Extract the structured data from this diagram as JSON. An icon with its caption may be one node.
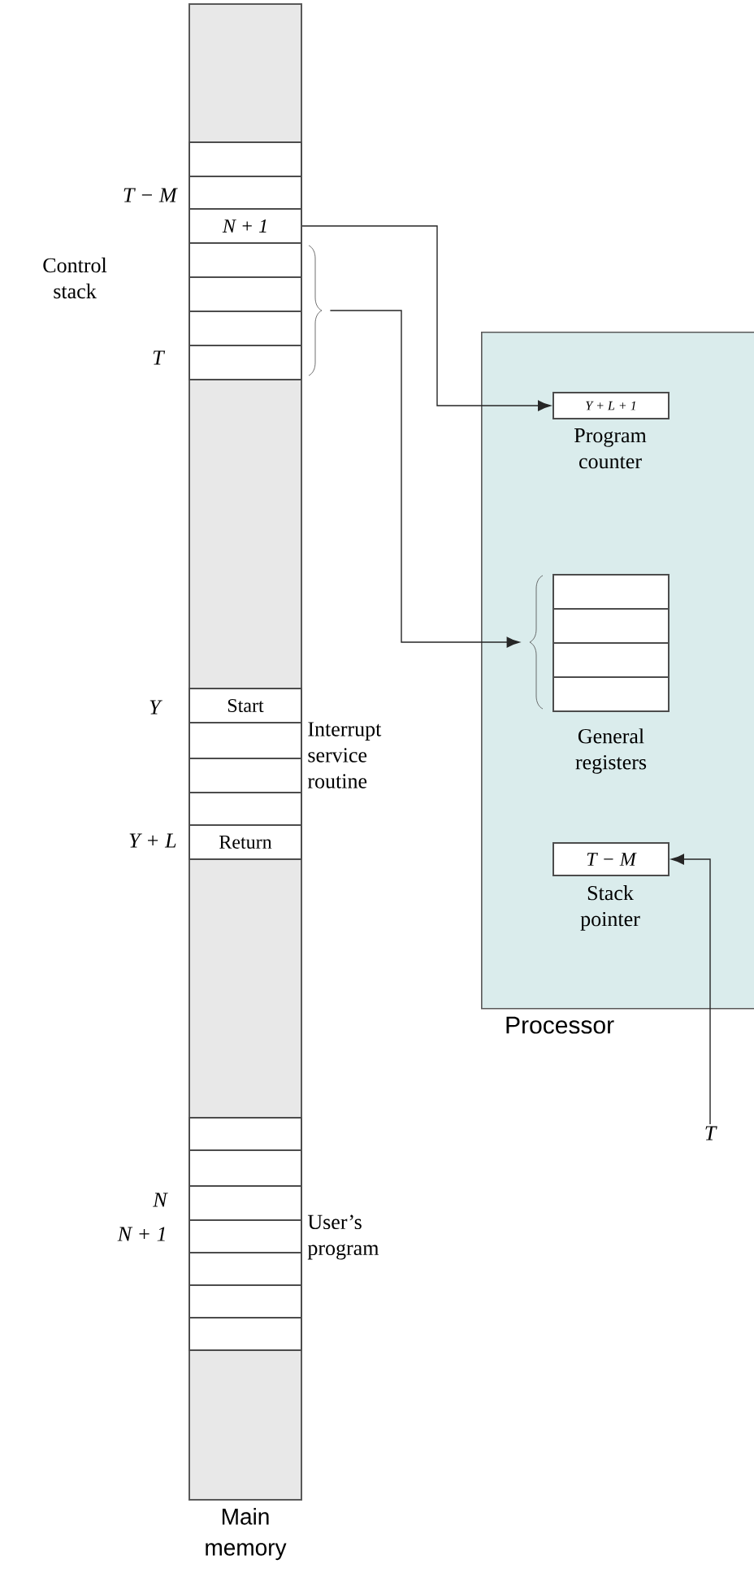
{
  "diagram": {
    "nodes": [
      {
        "text": [
          "Main memory"
        ]
      },
      {
        "text": [],
        "shape": "box",
        "in": 0
      },
      {
        "text": [],
        "shape": "box",
        "in": 0
      },
      {
        "text": [
          "N + 1"
        ],
        "in": 0
      },
      {
        "text": [],
        "shape": "box",
        "in": 0
      },
      {
        "text": [],
        "shape": "box",
        "in": 0
      },
      {
        "text": [],
        "shape": "box",
        "in": 0
      },
      {
        "text": [],
        "shape": "box",
        "in": 0
      },
      {
        "text": [
          "Start"
        ],
        "in": 0
      },
      {
        "text": [],
        "shape": "box",
        "in": 0
      },
      {
        "text": [],
        "shape": "box",
        "in": 0
      },
      {
        "text": [],
        "shape": "box",
        "in": 0
      },
      {
        "text": [
          "Return"
        ],
        "in": 0
      },
      {
        "text": [],
        "shape": "box",
        "in": 0
      },
      {
        "text": [],
        "shape": "box",
        "in": 0
      },
      {
        "text": [],
        "shape": "box",
        "in": 0
      },
      {
        "text": [],
        "shape": "box",
        "in": 0
      },
      {
        "text": [],
        "shape": "box",
        "in": 0
      },
      {
        "text": [],
        "shape": "box",
        "in": 0
      },
      {
        "text": [],
        "shape": "box",
        "in": 0
      },
      {
        "text": [],
        "shape": "brace"
      },
      {
        "text": [
          "Processor"
        ]
      },
      {
        "text": [
          "Y + L + 1"
        ],
        "in": 21,
        "beside": [
          "Program counter"
        ]
      },
      {
        "text": [],
        "shape": "brace",
        "in": 21
      },
      {
        "text": [],
        "shape": "box",
        "in": 21
      },
      {
        "text": [],
        "shape": "box",
        "in": 21
      },
      {
        "text": [],
        "shape": "box",
        "in": 21
      },
      {
        "text": [],
        "shape": "box",
        "in": 21
      },
      {
        "text": [
          "T − M"
        ],
        "in": 21,
        "beside": [
          "Stack pointer"
        ]
      },
      {
        "text": [
          "T"
        ]
      }
    ],
    "edges": [
      {
        "from": 3,
        "to": 22,
        "arrow": "to"
      },
      {
        "from": 20,
        "to": 23,
        "arrow": "to"
      },
      {
        "from": 29,
        "to": 28,
        "arrow": "to"
      }
    ],
    "labels": [
      "T − M",
      "Control stack",
      "T",
      "Y",
      "Interrupt service routine",
      "Y + L",
      "General registers",
      "N",
      "N + 1",
      "User’s program"
    ]
  }
}
